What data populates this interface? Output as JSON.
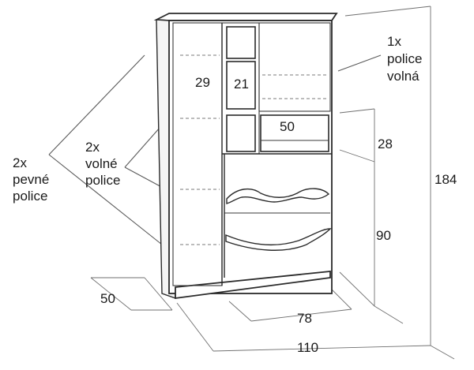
{
  "dimensions": {
    "width_label": "110",
    "inner_width_label": "78",
    "depth_label": "50",
    "height_label": "184",
    "drawer_section_label": "90",
    "niche_height_label": "28",
    "niche_width_label": "50",
    "left_compartment_label": "29",
    "middle_compartment_label": "21"
  },
  "callouts": {
    "fixed_shelves": [
      "2x",
      "pevné",
      "police"
    ],
    "loose_shelves_side": [
      "2x",
      "volné",
      "police"
    ],
    "loose_shelf_top": [
      "1x",
      "police",
      "volná"
    ]
  }
}
